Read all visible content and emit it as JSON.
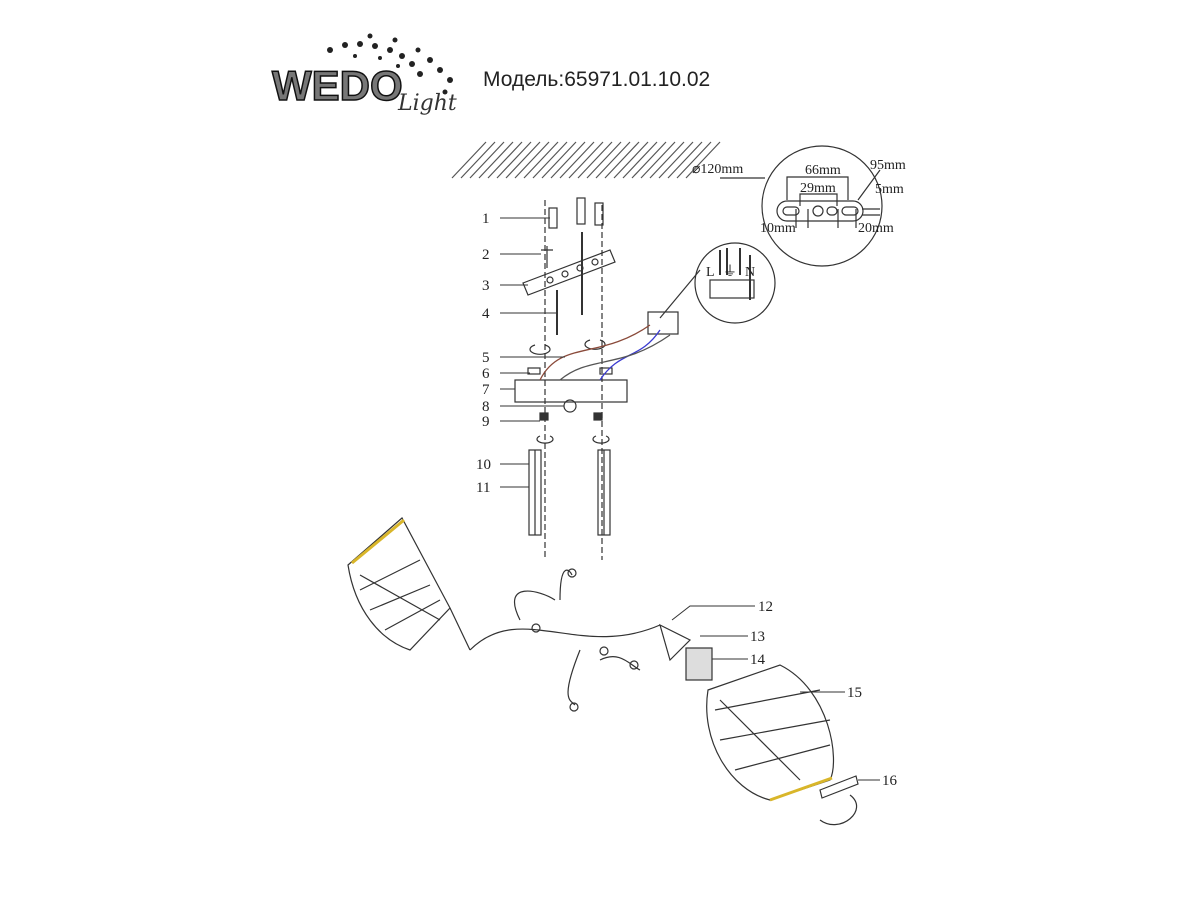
{
  "brand": {
    "logo_text": "WEDO",
    "logo_script": "Light"
  },
  "model_label": "Модель:65971.01.10.02",
  "dimensions": {
    "diameter": "⌀120mm",
    "d66": "66mm",
    "d29": "29mm",
    "d95": "95mm",
    "d5": "5mm",
    "d10": "10mm",
    "d20": "20mm"
  },
  "terminal": {
    "live": "L",
    "earth": "⏚",
    "neutral": "N"
  },
  "part_labels": [
    "1",
    "2",
    "3",
    "4",
    "5",
    "6",
    "7",
    "8",
    "9",
    "10",
    "11",
    "12",
    "13",
    "14",
    "15",
    "16"
  ],
  "colors": {
    "line": "#333333",
    "glass_edge": "#d9b62a",
    "wire_blue": "#3a3ad0",
    "wire_brown": "#8a4a3a"
  }
}
